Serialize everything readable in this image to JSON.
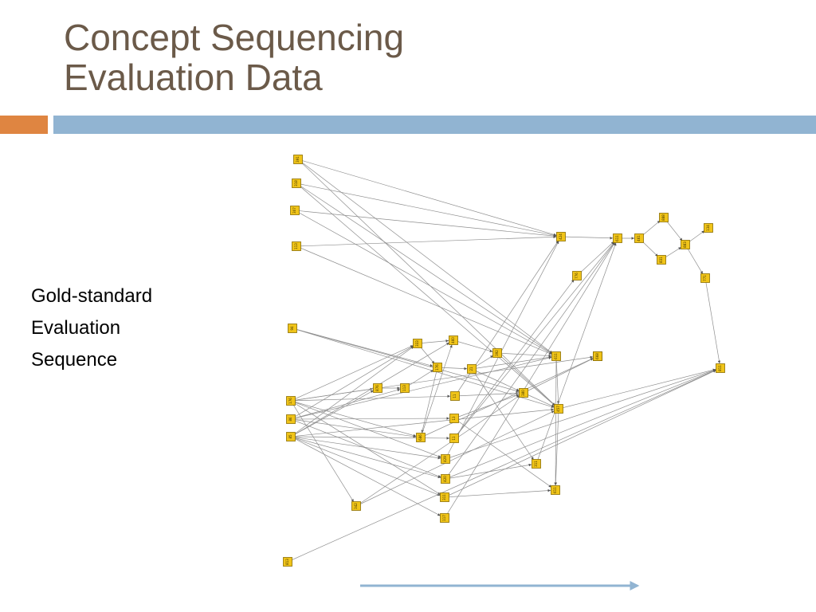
{
  "slide": {
    "title_line1": "Concept Sequencing",
    "title_line2": "Evaluation Data",
    "side_line1": "Gold-standard",
    "side_line2": "Evaluation",
    "side_line3": "Sequence"
  },
  "colors": {
    "title": "#6b5a49",
    "band_orange": "#df8541",
    "band_blue": "#91b4d2",
    "node_fill": "#f0c419",
    "edge": "#8e8e8e",
    "arrow": "#91b4d2"
  },
  "graph": {
    "nodes": [
      {
        "id": "n1",
        "label": "391"
      },
      {
        "id": "n2",
        "label": "318"
      },
      {
        "id": "n3",
        "label": "307"
      },
      {
        "id": "n4",
        "label": "113"
      },
      {
        "id": "n5",
        "label": "94"
      },
      {
        "id": "n6",
        "label": "176"
      },
      {
        "id": "n7",
        "label": "86"
      },
      {
        "id": "n8",
        "label": "85"
      },
      {
        "id": "n9",
        "label": "813"
      },
      {
        "id": "n10",
        "label": "876"
      },
      {
        "id": "n11",
        "label": "333"
      },
      {
        "id": "n12",
        "label": "113"
      },
      {
        "id": "n13",
        "label": "176"
      },
      {
        "id": "n14",
        "label": "686"
      },
      {
        "id": "n15",
        "label": "21"
      },
      {
        "id": "n16",
        "label": "392"
      },
      {
        "id": "n17",
        "label": "11"
      },
      {
        "id": "n18",
        "label": "13"
      },
      {
        "id": "n19",
        "label": "11"
      },
      {
        "id": "n20",
        "label": "460"
      },
      {
        "id": "n21",
        "label": "429"
      },
      {
        "id": "n22",
        "label": "420"
      },
      {
        "id": "n23",
        "label": "311"
      },
      {
        "id": "n24",
        "label": "117"
      },
      {
        "id": "n25",
        "label": "342"
      },
      {
        "id": "n26",
        "label": "380"
      },
      {
        "id": "n27",
        "label": "611"
      },
      {
        "id": "n28",
        "label": "611"
      },
      {
        "id": "n29",
        "label": "457"
      },
      {
        "id": "n30",
        "label": "311"
      },
      {
        "id": "n31",
        "label": "424"
      },
      {
        "id": "n32",
        "label": "776"
      },
      {
        "id": "n33",
        "label": "611"
      },
      {
        "id": "n34",
        "label": "461"
      },
      {
        "id": "n35",
        "label": "888"
      },
      {
        "id": "n36",
        "label": "883"
      },
      {
        "id": "n37",
        "label": "831"
      },
      {
        "id": "n38",
        "label": "134"
      },
      {
        "id": "n39",
        "label": "771"
      },
      {
        "id": "n40",
        "label": "811"
      },
      {
        "id": "n41",
        "label": "303"
      },
      {
        "id": "n42",
        "label": "668"
      }
    ],
    "edges": [
      [
        "n1",
        "n31"
      ],
      [
        "n1",
        "n28"
      ],
      [
        "n1",
        "n29"
      ],
      [
        "n2",
        "n31"
      ],
      [
        "n2",
        "n28"
      ],
      [
        "n2",
        "n29"
      ],
      [
        "n3",
        "n31"
      ],
      [
        "n3",
        "n28"
      ],
      [
        "n4",
        "n31"
      ],
      [
        "n4",
        "n28"
      ],
      [
        "n5",
        "n13"
      ],
      [
        "n5",
        "n26"
      ],
      [
        "n5",
        "n29"
      ],
      [
        "n6",
        "n11"
      ],
      [
        "n6",
        "n10"
      ],
      [
        "n6",
        "n17"
      ],
      [
        "n6",
        "n14"
      ],
      [
        "n6",
        "n21"
      ],
      [
        "n6",
        "n23"
      ],
      [
        "n6",
        "n41"
      ],
      [
        "n6",
        "n25"
      ],
      [
        "n7",
        "n11"
      ],
      [
        "n7",
        "n12"
      ],
      [
        "n7",
        "n18"
      ],
      [
        "n7",
        "n14"
      ],
      [
        "n7",
        "n22"
      ],
      [
        "n7",
        "n28"
      ],
      [
        "n8",
        "n11"
      ],
      [
        "n8",
        "n10"
      ],
      [
        "n8",
        "n19"
      ],
      [
        "n8",
        "n20"
      ],
      [
        "n8",
        "n21"
      ],
      [
        "n8",
        "n23"
      ],
      [
        "n8",
        "n24"
      ],
      [
        "n8",
        "n29"
      ],
      [
        "n8",
        "n22"
      ],
      [
        "n9",
        "n40"
      ],
      [
        "n10",
        "n12"
      ],
      [
        "n11",
        "n13"
      ],
      [
        "n11",
        "n20"
      ],
      [
        "n12",
        "n13"
      ],
      [
        "n13",
        "n15"
      ],
      [
        "n13",
        "n14"
      ],
      [
        "n15",
        "n16"
      ],
      [
        "n15",
        "n28"
      ],
      [
        "n15",
        "n26"
      ],
      [
        "n15",
        "n30"
      ],
      [
        "n16",
        "n28"
      ],
      [
        "n16",
        "n29"
      ],
      [
        "n17",
        "n26"
      ],
      [
        "n17",
        "n31"
      ],
      [
        "n18",
        "n26"
      ],
      [
        "n18",
        "n27"
      ],
      [
        "n19",
        "n33"
      ],
      [
        "n19",
        "n32"
      ],
      [
        "n20",
        "n16"
      ],
      [
        "n21",
        "n31"
      ],
      [
        "n21",
        "n40"
      ],
      [
        "n22",
        "n33"
      ],
      [
        "n22",
        "n30"
      ],
      [
        "n22",
        "n40"
      ],
      [
        "n23",
        "n40"
      ],
      [
        "n23",
        "n27"
      ],
      [
        "n24",
        "n33"
      ],
      [
        "n25",
        "n29"
      ],
      [
        "n25",
        "n26"
      ],
      [
        "n26",
        "n29"
      ],
      [
        "n26",
        "n42"
      ],
      [
        "n28",
        "n29"
      ],
      [
        "n29",
        "n27"
      ],
      [
        "n29",
        "n40"
      ],
      [
        "n28",
        "n27"
      ],
      [
        "n30",
        "n33"
      ],
      [
        "n31",
        "n33"
      ],
      [
        "n32",
        "n33"
      ],
      [
        "n33",
        "n34"
      ],
      [
        "n34",
        "n35"
      ],
      [
        "n34",
        "n37"
      ],
      [
        "n35",
        "n36"
      ],
      [
        "n37",
        "n36"
      ],
      [
        "n36",
        "n38"
      ],
      [
        "n36",
        "n39"
      ],
      [
        "n39",
        "n40"
      ],
      [
        "n14",
        "n41"
      ],
      [
        "n14",
        "n20"
      ]
    ]
  }
}
